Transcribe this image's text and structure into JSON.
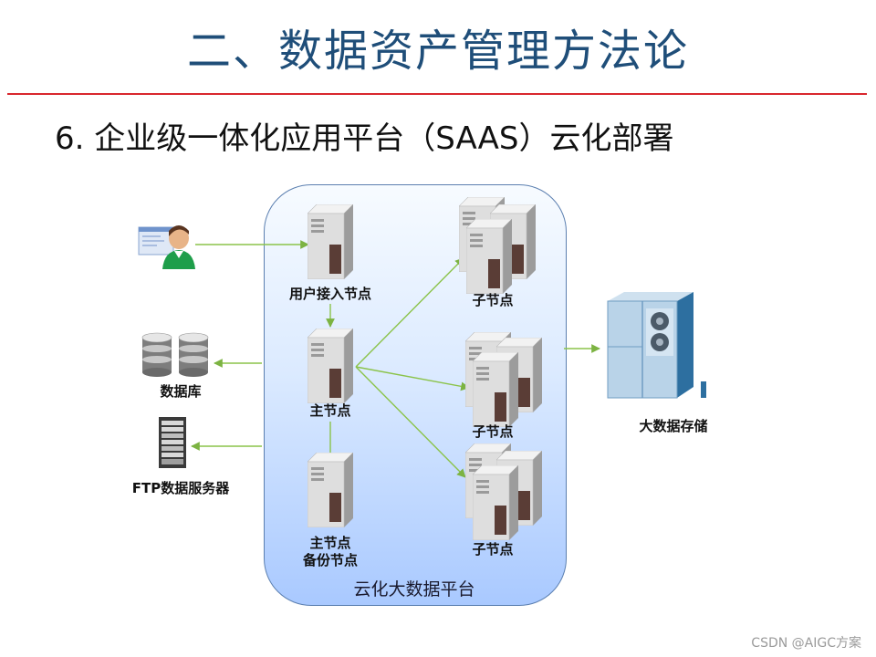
{
  "slide": {
    "title": "二、数据资产管理方法论",
    "subtitle": "6. 企业级一体化应用平台（SAAS）云化部署"
  },
  "diagram": {
    "platform_label": "云化大数据平台",
    "nodes": {
      "user_access": "用户接入节点",
      "master": "主节点",
      "backup_line1": "主节点",
      "backup_line2": "备份节点",
      "child1": "子节点",
      "child2": "子节点",
      "child3": "子节点",
      "database": "数据库",
      "ftp": "FTP数据服务器",
      "storage": "大数据存储"
    }
  },
  "watermark": "CSDN @AIGC方案"
}
